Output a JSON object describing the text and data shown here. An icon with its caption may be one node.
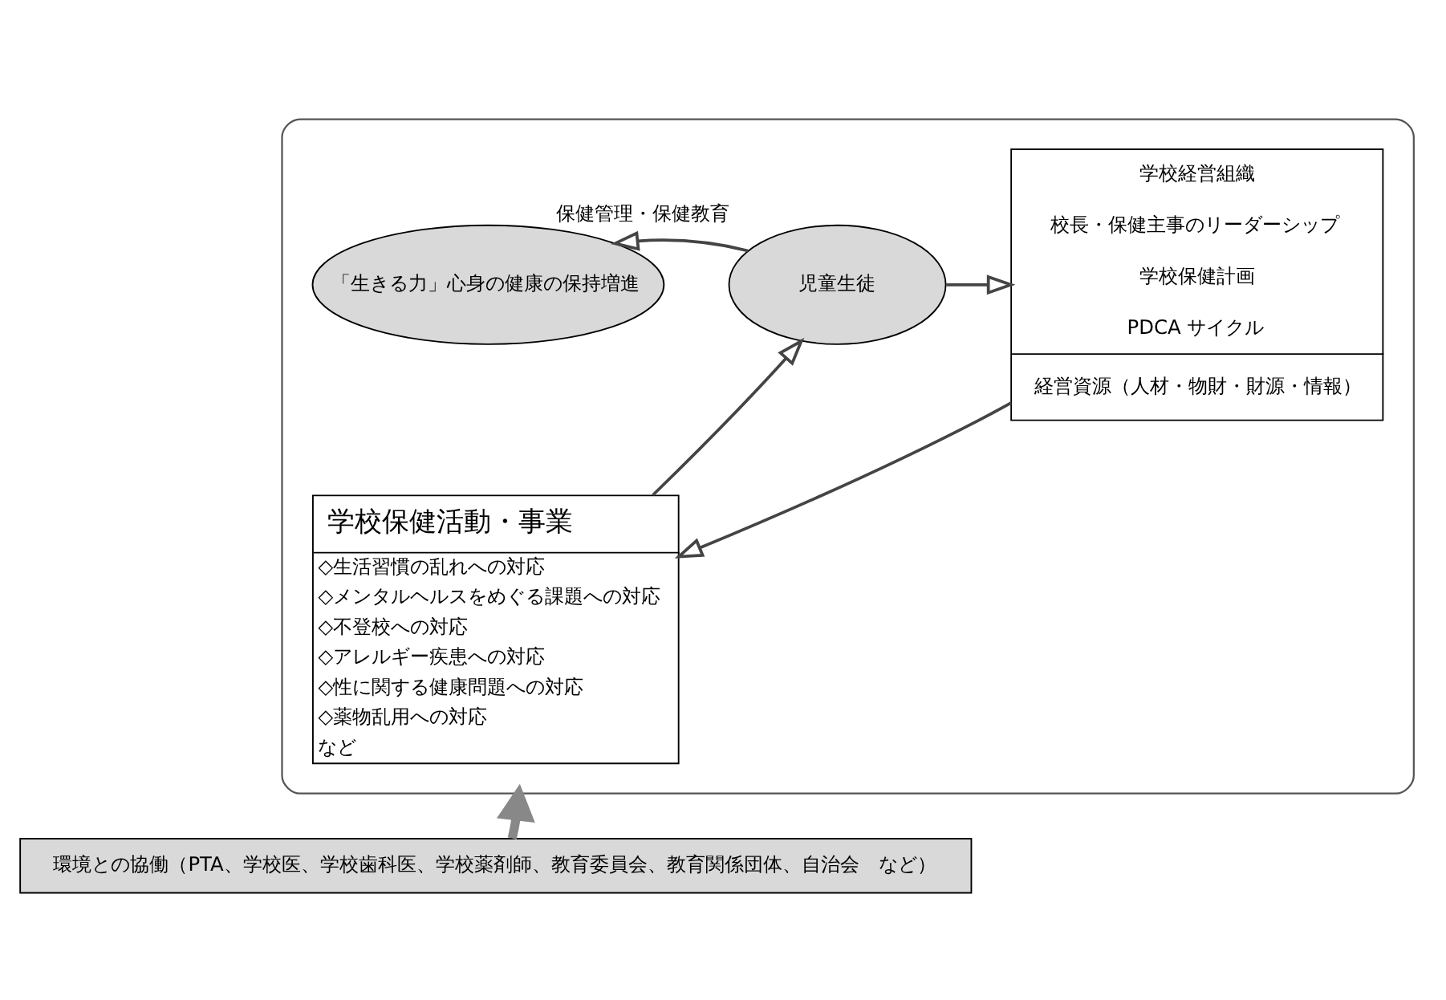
{
  "diagram": {
    "nodes": [
      {
        "text": [],
        "shape": "box"
      },
      {
        "text": [
          "「生きる力」心身の健康の保持増進"
        ],
        "in": 0
      },
      {
        "text": [
          "児童生徒"
        ],
        "in": 0,
        "beside": [
          "保健管理・保健教育"
        ]
      },
      {
        "text": [
          "学校経営組織",
          "校長・保健主事のリーダーシップ",
          "学校保健計画",
          "PDCA サイクル",
          "経営資源（人材・物財・財源・情報）"
        ],
        "in": 0
      },
      {
        "text": [
          "学校保健活動・事業",
          "◇生活習慣の乱れへの対応",
          "◇メンタルヘルスをめぐる課題への対応",
          "◇不登校への対応",
          "◇アレルギー疾患への対応",
          "◇性に関する健康問題への対応",
          "◇薬物乱用への対応",
          "など"
        ],
        "in": 0
      },
      {
        "text": [
          "環境との協働（PTA、学校医、学校歯科医、学校薬剤師、教育委員会、教育関係団体、自治会　など）"
        ]
      }
    ],
    "edges": [
      {
        "from": 2,
        "to": 1,
        "arrow": "to"
      },
      {
        "from": 2,
        "to": 3,
        "arrow": "to"
      },
      {
        "from": 4,
        "to": 2,
        "arrow": "to"
      },
      {
        "from": 3,
        "to": 4,
        "arrow": "to"
      },
      {
        "from": 5,
        "to": 0,
        "arrow": "to",
        "style": "thick"
      }
    ]
  }
}
